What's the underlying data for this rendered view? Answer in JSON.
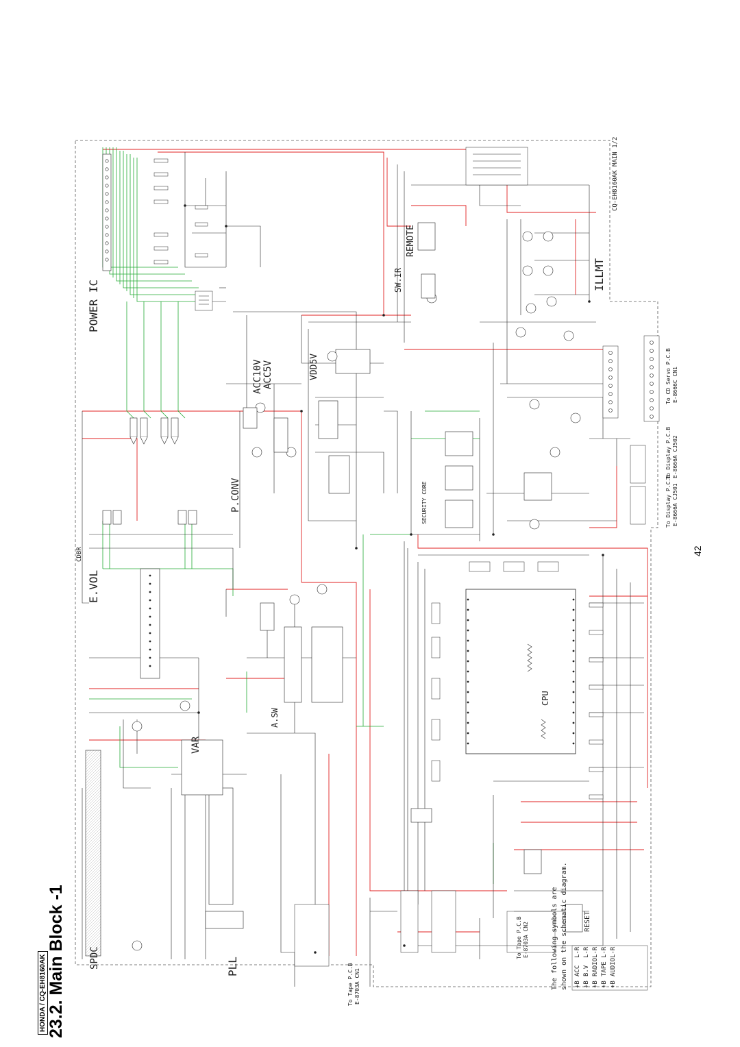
{
  "header": {
    "model_tag": "HONDA / CQ-EH8160AK",
    "section_title": "23.2.  Main Block -1"
  },
  "page_number": "42",
  "colors": {
    "line": "#222222",
    "red_trace": "#e02020",
    "green_trace": "#22aa33",
    "frame": "#555555"
  },
  "blocks": {
    "power_ic": "POWER IC",
    "e_vol": "E.VOL",
    "var": "VAR",
    "spdc": "SPDC",
    "pll": "PLL",
    "p_conv": "P.CONV",
    "acc10v": "ACC10V",
    "acc5v": "ACC5V",
    "vdd5v": "VDD5V",
    "illmt": "ILLMT",
    "remote": "REMOTE",
    "swir": "SW.IR",
    "a_sw": "A.SW",
    "cpu": "CPU",
    "reset": "RESET",
    "security": "SECURITY CORE",
    "cdbr": "CDBR"
  },
  "board_label": "CQ-EH8160AK MAIN 1/2",
  "connectors": {
    "to_cd_servo": "To CD Servo P.C.B",
    "cd_servo_ref": "E-8666C CN1",
    "to_display_1": "To Display P.C.B",
    "display_ref_1": "E-8666A CJ502",
    "to_display_2": "To Display P.C.B",
    "display_ref_2": "E-8666A CJ501",
    "to_tape": "To Tape P.C.B",
    "tape_ref": "E-8703A CN1",
    "to_tape_mech": "To Tape P.C.B",
    "tape_mech_ref": "E-8703A CN2"
  },
  "legend": {
    "intro_1": "The following symbols are",
    "intro_2": "shown on the schematic diagram.",
    "items": [
      {
        "code": "+B",
        "label": "ACC"
      },
      {
        "code": "+B",
        "label": "B.V"
      },
      {
        "code": "+B",
        "label": "RADIO"
      },
      {
        "code": "+B",
        "label": "TAPE"
      },
      {
        "code": "+B",
        "label": "AUDIO"
      }
    ],
    "channels": [
      "L-R",
      "L-R",
      "L-R",
      "L-R",
      "L-R"
    ]
  }
}
